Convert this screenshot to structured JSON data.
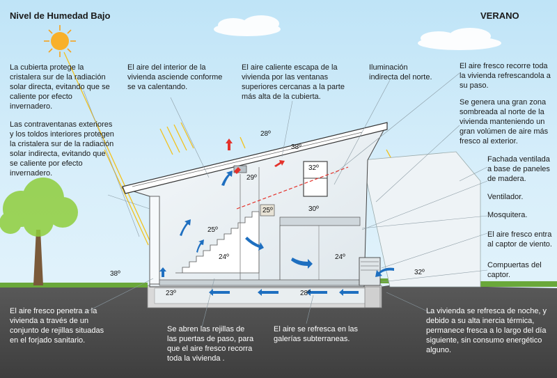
{
  "header": {
    "title": "Nivel de Humedad Bajo",
    "season": "VERANO"
  },
  "annotations": {
    "south_glass": "La cubierta protege la cristalera sur de la radiación solar directa, evitando que se caliente por efecto invernadero.",
    "shutters": "Las contraventanas exteriores y los toldos interiores protegen la cristalera sur de la radiación solar indirecta, evitando que se caliente por efecto invernadero.",
    "air_rises": "El aire del interior de la vivienda asciende conforme se va calentando.",
    "hot_air_escapes": "El aire caliente escapa de la vivienda por las ventanas superiores cercanas a la parte más alta de la cubierta.",
    "north_light": "Iluminación indirecta del norte.",
    "fresh_air_travels": "El aire fresco recorre toda la vivienda refrescandola a su paso.",
    "shaded_zone": "Se genera una gran zona sombreada al norte de la vivienda manteniendo un gran volúmen de aire más fresco al exterior.",
    "ventilated_facade": "Fachada ventilada a base de paneles de madera.",
    "fan": "Ventilador.",
    "mosquito_net": "Mosquitera.",
    "fresh_air_enters": "El aire fresco entra al captor de viento.",
    "captor_gates": "Compuertas del captor.",
    "fresh_air_grilles": "El aire fresco penetra a la vivienda a través de un conjunto de rejillas situadas en el forjado sanitario.",
    "door_grilles": "Se abren las rejillas de las puertas de paso, para que el aire fresco recorra toda la vivienda .",
    "underground": "El aire se refresca en las galerías subterraneas.",
    "night_cooling": "La vivienda se refresca de noche, y debido a su alta inercia térmica, permanece fresca a lo largo del día siguiente, sin consumo energético alguno."
  },
  "temperatures": {
    "roof_top": "28º",
    "roof_mid": "38º",
    "window": "32º",
    "upper_room": "29º",
    "stair_box": "25º",
    "mezzanine": "30º",
    "stair_air": "25º",
    "living": "24º",
    "north_room": "24º",
    "outside_south": "38º",
    "outside_north": "32º",
    "floor_left": "23º",
    "floor_mid": "28º"
  },
  "colors": {
    "sky": "#cbe9f8",
    "ground": "#4b4b4b",
    "cool_arrow": "#1e6fc0",
    "hot_arrow": "#e4322b",
    "sun": "#f6a21c",
    "tree_foliage": "#8fce3c",
    "tree_trunk": "#7a5a3a"
  },
  "icons": [
    "sun-icon",
    "cloud-icon",
    "tree-icon",
    "fresh-air-arrow-icon",
    "hot-air-arrow-icon"
  ]
}
